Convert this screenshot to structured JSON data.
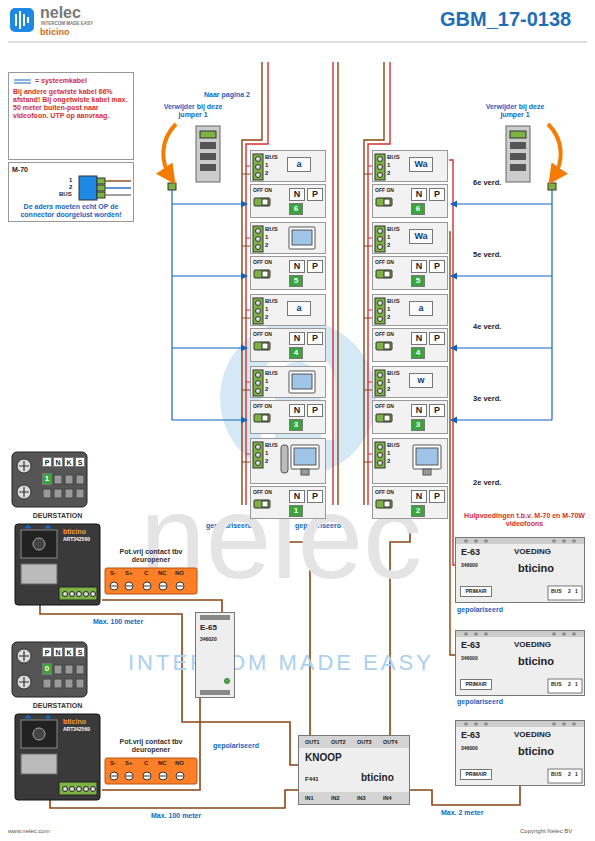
{
  "diagram": {
    "title": "GBM_17-0138",
    "nodes": [
      {
        "text": [
          "= systeemkabel",
          "Bij andere getwiste kabel 66% afstand! Bij ongetwiste kabel max. 50 meter buiten-post naar videofoon. UTP op aanvraag."
        ]
      },
      {
        "text": [
          "M-70",
          "1",
          "2",
          "BUS",
          "De aders moeten echt OP de connector doorgelust worden!"
        ]
      },
      {
        "text": [
          "BUS",
          "1",
          "2",
          "a"
        ]
      },
      {
        "text": [
          "OFF ON",
          "N",
          "P",
          "6"
        ]
      },
      {
        "text": [
          "BUS",
          "1",
          "2"
        ]
      },
      {
        "text": [
          "OFF ON",
          "N",
          "P",
          "5"
        ]
      },
      {
        "text": [
          "BUS",
          "1",
          "2",
          "a"
        ]
      },
      {
        "text": [
          "OFF ON",
          "N",
          "P",
          "4"
        ]
      },
      {
        "text": [
          "BUS",
          "1",
          "2"
        ]
      },
      {
        "text": [
          "OFF ON",
          "N",
          "P",
          "3"
        ]
      },
      {
        "text": [
          "BUS",
          "1",
          "2"
        ]
      },
      {
        "text": [
          "OFF ON",
          "N",
          "P",
          "1"
        ]
      },
      {
        "text": [
          "BUS",
          "1",
          "2",
          "Wa"
        ]
      },
      {
        "text": [
          "OFF ON",
          "N",
          "P",
          "6"
        ]
      },
      {
        "text": [
          "BUS",
          "1",
          "2",
          "Wa"
        ]
      },
      {
        "text": [
          "OFF ON",
          "N",
          "P",
          "5"
        ]
      },
      {
        "text": [
          "BUS",
          "1",
          "2",
          "a"
        ]
      },
      {
        "text": [
          "OFF ON",
          "N",
          "P",
          "4"
        ]
      },
      {
        "text": [
          "BUS",
          "1",
          "2",
          "w"
        ]
      },
      {
        "text": [
          "OFF ON",
          "N",
          "P",
          "3"
        ]
      },
      {
        "text": [
          "BUS",
          "1",
          "2"
        ]
      },
      {
        "text": [
          "OFF ON",
          "N",
          "P",
          "2"
        ]
      },
      {
        "text": [
          "P",
          "N",
          "K",
          "S",
          "1"
        ]
      },
      {
        "text": [
          "DEURSTATION",
          "bticino",
          "ART342560"
        ]
      },
      {
        "text": [
          "Pot.vrij contact tbv deuropener",
          "S-",
          "S+",
          "C",
          "NC",
          "NO"
        ]
      },
      {
        "text": [
          "P",
          "N",
          "K",
          "S",
          "0"
        ]
      },
      {
        "text": [
          "DEURSTATION",
          "bticino",
          "ART342560"
        ]
      },
      {
        "text": [
          "Pot.vrij contact tbv deuropener",
          "S-",
          "S+",
          "C",
          "NC",
          "NO"
        ]
      },
      {
        "text": [
          "E-65",
          "346020"
        ]
      },
      {
        "text": [
          "OUT1",
          "OUT2",
          "OUT3",
          "OUT4",
          "KNOOP",
          "F441",
          "bticino",
          "IN1",
          "IN2",
          "IN3",
          "IN4"
        ]
      },
      {
        "text": [
          "E-63",
          "VOEDING",
          "bticino",
          "346000",
          "PRIMAIR",
          "BUS",
          "2",
          "1"
        ]
      },
      {
        "text": [
          "E-63",
          "VOEDING",
          "bticino",
          "346000",
          "PRIMAIR",
          "BUS",
          "2",
          "1"
        ]
      },
      {
        "text": [
          "E-63",
          "VOEDING",
          "bticino",
          "346000",
          "PRIMAIR",
          "BUS",
          "2",
          "1"
        ]
      }
    ],
    "edges": [
      {
        "from": 28,
        "to": 23,
        "arrow": "none"
      },
      {
        "from": 28,
        "to": 26,
        "arrow": "none"
      },
      {
        "from": 23,
        "to": 29,
        "label": "Max. 100 meter",
        "arrow": "none"
      },
      {
        "from": 26,
        "to": 29,
        "label": "Max. 100 meter",
        "arrow": "none"
      },
      {
        "from": 29,
        "to": 11,
        "arrow": "none"
      },
      {
        "from": 29,
        "to": 21,
        "arrow": "none"
      },
      {
        "from": 29,
        "to": 32,
        "label": "Max. 2 meter",
        "arrow": "none"
      }
    ],
    "labels": [
      "nelec",
      "INTERCOM MADE EASY",
      "bticino",
      "Naar pagina 2",
      "Verwijder bij deze jumper 1",
      "Verwijder bij deze jumper 1",
      "6e verd.",
      "5e verd.",
      "4e verd.",
      "3e verd.",
      "2e verd.",
      "gepolariseerd",
      "gepolariseerd",
      "Hulpvoedingen t.b.v. M-70 en M-70W videofoons",
      "gepolariseerd",
      "gepolariseerd",
      "gepolariseerd",
      "nelec",
      "INTERCOM MADE EASY",
      "www.nelec.com",
      "Copyright Nelec BV"
    ]
  }
}
